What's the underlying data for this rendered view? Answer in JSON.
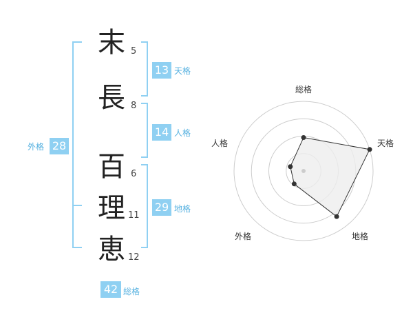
{
  "name": {
    "characters": [
      {
        "char": "末",
        "strokes": "5"
      },
      {
        "char": "長",
        "strokes": "8"
      },
      {
        "char": "百",
        "strokes": "6"
      },
      {
        "char": "理",
        "strokes": "11"
      },
      {
        "char": "恵",
        "strokes": "12"
      }
    ]
  },
  "fortunes": {
    "tenkaku": {
      "value": "13",
      "label": "天格"
    },
    "jinkaku": {
      "value": "14",
      "label": "人格"
    },
    "chikaku": {
      "value": "29",
      "label": "地格"
    },
    "gaikaku": {
      "value": "28",
      "label": "外格"
    },
    "soukaku": {
      "value": "42",
      "label": "総格"
    }
  },
  "radar": {
    "axes": [
      "総格",
      "天格",
      "地格",
      "外格",
      "人格"
    ],
    "rings": 4,
    "values": [
      0.48,
      1.0,
      0.81,
      0.23,
      0.2
    ],
    "colors": {
      "grid": "#cccccc",
      "fill": "#eeeeee",
      "line": "#333333",
      "point": "#333333",
      "center": "#cccccc"
    }
  },
  "colors": {
    "accent": "#8fd0f2",
    "accent_text": "#56b1e0",
    "bracket": "#8fd0f2"
  }
}
